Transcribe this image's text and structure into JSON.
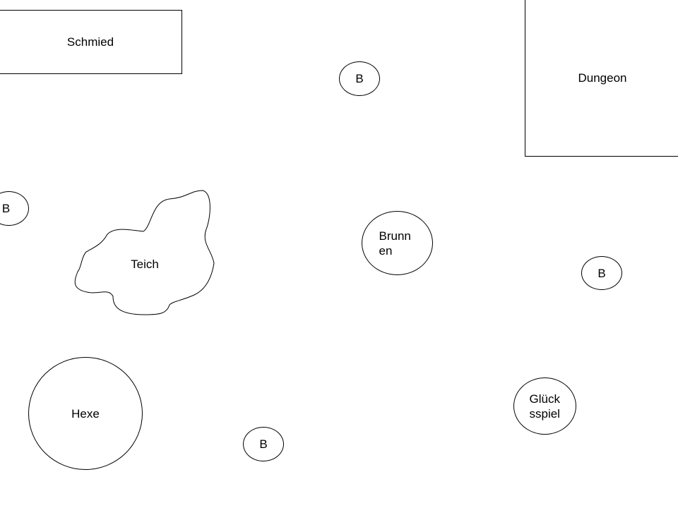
{
  "labels": {
    "schmied": "Schmied",
    "dungeon": "Dungeon",
    "b_top": "B",
    "b_left": "B",
    "teich": "Teich",
    "brunnen": "Brunnen",
    "b_right": "B",
    "hexe": "Hexe",
    "b_bottom": "B",
    "gluecksspiel": "Glücksspiel"
  }
}
